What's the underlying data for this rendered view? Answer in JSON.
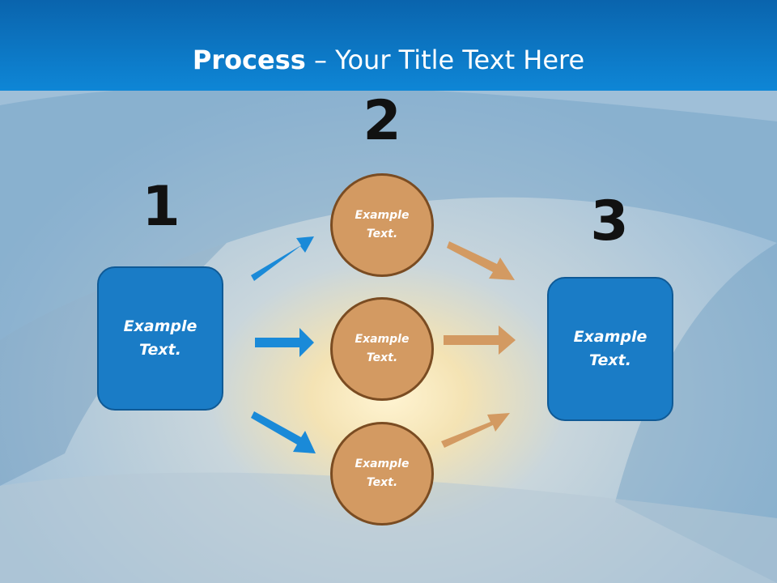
{
  "title": {
    "bold": "Process",
    "rest": " – Your Title Text Here"
  },
  "steps": [
    {
      "number": "1",
      "text": "Example\nText."
    },
    {
      "number": "2"
    },
    {
      "number": "3",
      "text": "Example\nText."
    }
  ],
  "circles": [
    {
      "text": "Example\nText."
    },
    {
      "text": "Example\nText."
    },
    {
      "text": "Example\nText."
    }
  ],
  "colors": {
    "title_bar": "#0b78c8",
    "box_fill": "#1a7cc6",
    "circle_fill": "#d39a62",
    "blue_arrow": "#1a8ad8",
    "orange_arrow": "#d39a62"
  }
}
